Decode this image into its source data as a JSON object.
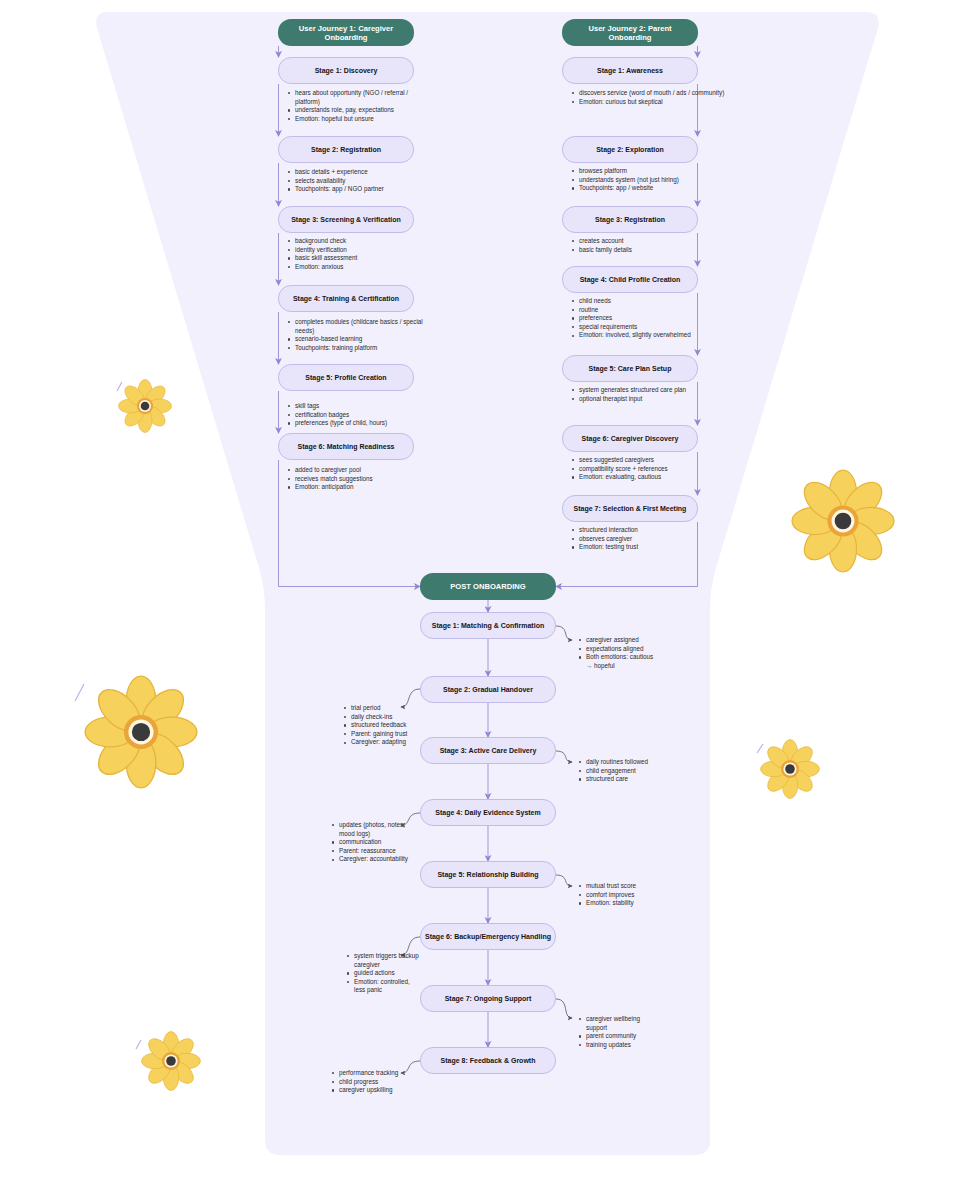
{
  "diagram": {
    "nodes": [
      {
        "text": [
          "User Journey 1: Caregiver Onboarding"
        ]
      },
      {
        "text": [
          "Stage 1: Discovery",
          "hears about opportunity (NGO / referral / platform)",
          "understands role, pay, expectations",
          "Emotion: hopeful but unsure"
        ]
      },
      {
        "text": [
          "Stage 2: Registration",
          "basic details + experience",
          "selects availability",
          "Touchpoints: app / NGO partner"
        ]
      },
      {
        "text": [
          "Stage 3: Screening & Verification",
          "background check",
          "identity verification",
          "basic skill assessment",
          "Emotion: anxious"
        ]
      },
      {
        "text": [
          "Stage 4: Training & Certification",
          "completes modules (childcare basics / special needs)",
          "scenario-based learning",
          "Touchpoints: training platform"
        ]
      },
      {
        "text": [
          "Stage 5: Profile Creation",
          "skill tags",
          "certification badges",
          "preferences (type of child, hours)"
        ]
      },
      {
        "text": [
          "Stage 6: Matching Readiness",
          "added to caregiver pool",
          "receives match suggestions",
          "Emotion: anticipation"
        ]
      },
      {
        "text": [
          "User Journey 2: Parent Onboarding"
        ]
      },
      {
        "text": [
          "Stage 1: Awareness",
          "discovers service (word of mouth / ads / community)",
          "Emotion: curious but skeptical"
        ]
      },
      {
        "text": [
          "Stage 2: Exploration",
          "browses platform",
          "understands system (not just hiring)",
          "Touchpoints: app / website"
        ]
      },
      {
        "text": [
          "Stage 3: Registration",
          "creates account",
          "basic family details"
        ]
      },
      {
        "text": [
          "Stage 4: Child Profile Creation",
          "child needs",
          "routine",
          "preferences",
          "special requirements",
          "Emotion: involved, slightly overwhelmed"
        ]
      },
      {
        "text": [
          "Stage 5: Care Plan Setup",
          "system generates structured care plan",
          "optional therapist input"
        ]
      },
      {
        "text": [
          "Stage 6: Caregiver Discovery",
          "sees suggested caregivers",
          "compatibility score + references",
          "Emotion: evaluating, cautious"
        ]
      },
      {
        "text": [
          "Stage 7: Selection & First Meeting",
          "structured interaction",
          "observes caregiver",
          "Emotion: testing trust"
        ]
      },
      {
        "text": [
          "POST ONBOARDING"
        ]
      },
      {
        "text": [
          "Stage 1: Matching & Confirmation",
          "caregiver assigned",
          "expectations aligned",
          "Both emotions: cautious → hopeful"
        ]
      },
      {
        "text": [
          "Stage 2: Gradual Handover",
          "trial period",
          "daily check-ins",
          "structured feedback",
          "Parent: gaining trust",
          "Caregiver: adapting"
        ]
      },
      {
        "text": [
          "Stage 3: Active Care Delivery",
          "daily routines followed",
          "child engagement",
          "structured care"
        ]
      },
      {
        "text": [
          "Stage 4: Daily Evidence System",
          "updates (photos, notes, mood logs)",
          "communication",
          "Parent: reassurance",
          "Caregiver: accountability"
        ]
      },
      {
        "text": [
          "Stage 5: Relationship Building",
          "mutual trust score",
          "comfort improves",
          "Emotion: stability"
        ]
      },
      {
        "text": [
          "Stage 6: Backup/Emergency Handling",
          "system triggers backup caregiver",
          "guided actions",
          "Emotion: controlled, less panic"
        ]
      },
      {
        "text": [
          "Stage 7: Ongoing Support",
          "caregiver wellbeing support",
          "parent community",
          "training updates"
        ]
      },
      {
        "text": [
          "Stage 8: Feedback & Growth",
          "performance tracking",
          "child progress",
          "caregiver upskilling"
        ]
      }
    ],
    "edges": [
      {
        "from": 0,
        "to": 1,
        "arrow": "to"
      },
      {
        "from": 1,
        "to": 2,
        "arrow": "to"
      },
      {
        "from": 2,
        "to": 3,
        "arrow": "to"
      },
      {
        "from": 3,
        "to": 4,
        "arrow": "to"
      },
      {
        "from": 4,
        "to": 5,
        "arrow": "to"
      },
      {
        "from": 5,
        "to": 6,
        "arrow": "to"
      },
      {
        "from": 6,
        "to": 15,
        "arrow": "to"
      },
      {
        "from": 7,
        "to": 8,
        "arrow": "to"
      },
      {
        "from": 8,
        "to": 9,
        "arrow": "to"
      },
      {
        "from": 9,
        "to": 10,
        "arrow": "to"
      },
      {
        "from": 10,
        "to": 11,
        "arrow": "to"
      },
      {
        "from": 11,
        "to": 12,
        "arrow": "to"
      },
      {
        "from": 12,
        "to": 13,
        "arrow": "to"
      },
      {
        "from": 13,
        "to": 14,
        "arrow": "to"
      },
      {
        "from": 14,
        "to": 15,
        "arrow": "to"
      },
      {
        "from": 15,
        "to": 16,
        "arrow": "to"
      },
      {
        "from": 16,
        "to": 17,
        "arrow": "to"
      },
      {
        "from": 17,
        "to": 18,
        "arrow": "to"
      },
      {
        "from": 18,
        "to": 19,
        "arrow": "to"
      },
      {
        "from": 19,
        "to": 20,
        "arrow": "to"
      },
      {
        "from": 20,
        "to": 21,
        "arrow": "to"
      },
      {
        "from": 21,
        "to": 22,
        "arrow": "to"
      },
      {
        "from": 22,
        "to": 23,
        "arrow": "to"
      }
    ]
  }
}
